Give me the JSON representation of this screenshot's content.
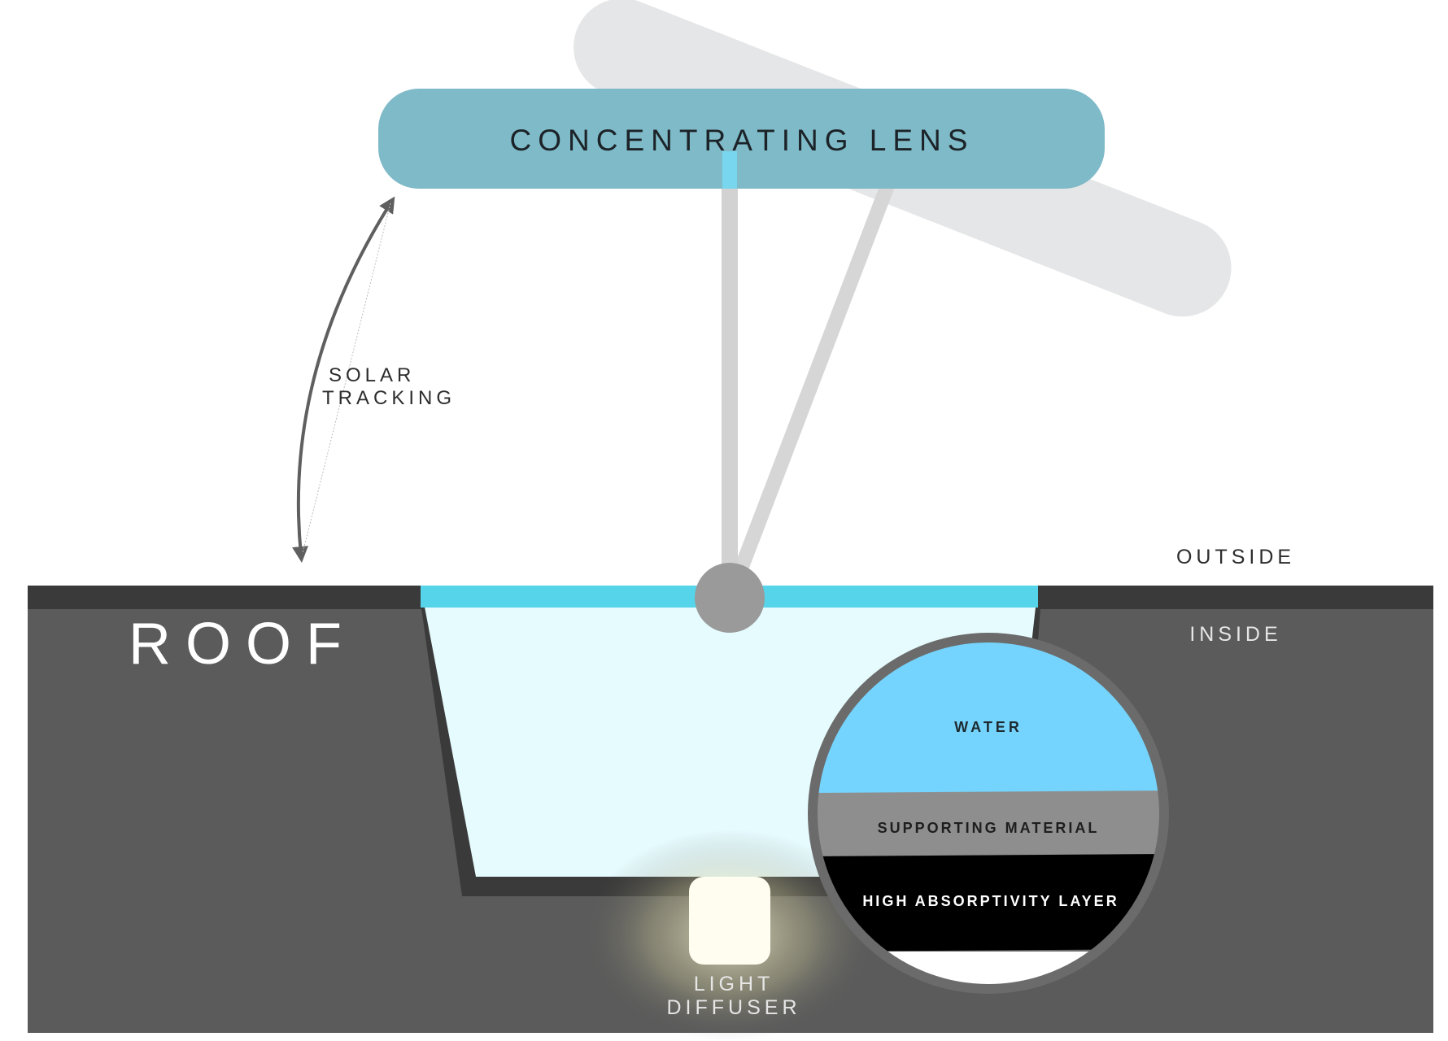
{
  "labels": {
    "lens": "CONCENTRATING LENS",
    "solar_tracking_line1": "SOLAR",
    "solar_tracking_line2": "TRACKING",
    "outside": "OUTSIDE",
    "inside": "INSIDE",
    "roof": "ROOF",
    "light_diffuser_line1": "LIGHT",
    "light_diffuser_line2": "DIFFUSER",
    "water": "WATER",
    "supporting_material": "SUPPORTING MATERIAL",
    "high_absorptivity_layer": "HIGH ABSORPTIVITY LAYER"
  },
  "colors": {
    "lens": "#7fbac8",
    "lens_ghost": "#e5e6e7",
    "roof": "#5b5b5b",
    "roof_edge": "#3a3a3a",
    "water_surface": "#56d5ea",
    "water_body": "#e6fbfe",
    "pivot": "#9a9a9a",
    "arm": "#d2d2d2",
    "detail_water": "#75d4fd",
    "detail_support": "#8e8e8e",
    "detail_absorptive": "#000000",
    "detail_ring": "#6b6b6b",
    "diffuser": "#fffdf0",
    "arrow": "#5f5f5f"
  }
}
